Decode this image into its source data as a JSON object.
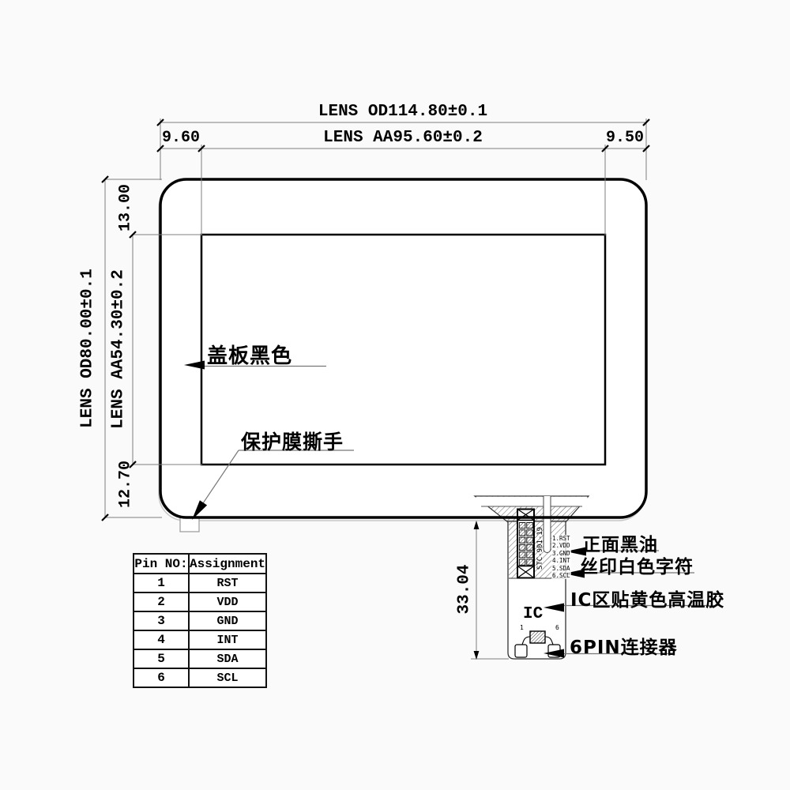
{
  "dimensions": {
    "lens_od_width": "LENS OD114.80±0.1",
    "lens_aa_width": "LENS AA95.60±0.2",
    "left_offset": "9.60",
    "right_offset": "9.50",
    "lens_od_height": "LENS OD80.00±0.1",
    "lens_aa_height": "LENS AA54.30±0.2",
    "top_offset": "13.00",
    "bottom_offset": "12.70",
    "fpc_length": "33.04"
  },
  "annotations": {
    "cover_plate": "盖板黑色",
    "protective_film": "保护膜撕手",
    "front_black_ink": "正面黑油",
    "silkscreen_white": "丝印白色字符",
    "ic_area_tape": "IC区贴黄色高温胶",
    "six_pin_connector": "6PIN连接器",
    "ic_label": "IC",
    "fpc_marking": "STC-901-19",
    "connector_pin_first": "1",
    "connector_pin_last": "6",
    "fpc_pin_list": [
      "1.RST",
      "2.VDD",
      "3.GND",
      "4.INT",
      "5.SDA",
      "6.SCL"
    ]
  },
  "pin_table": {
    "headers": [
      "Pin NO:",
      "Assignment"
    ],
    "rows": [
      {
        "no": "1",
        "assignment": "RST"
      },
      {
        "no": "2",
        "assignment": "VDD"
      },
      {
        "no": "3",
        "assignment": "GND"
      },
      {
        "no": "4",
        "assignment": "INT"
      },
      {
        "no": "5",
        "assignment": "SDA"
      },
      {
        "no": "6",
        "assignment": "SCL"
      }
    ]
  },
  "colors": {
    "line": "#000000",
    "dim_line": "#7f7f7f",
    "background": "#fafafa"
  }
}
